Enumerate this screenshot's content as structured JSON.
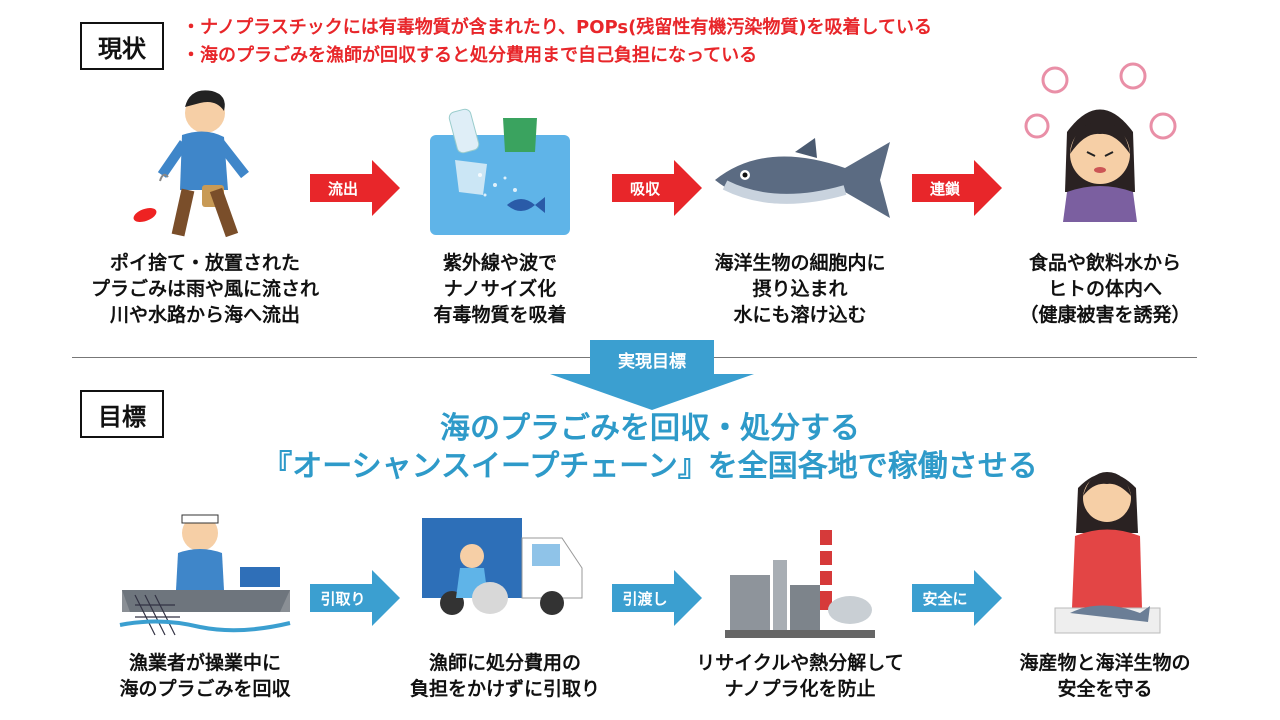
{
  "status_section": {
    "label": "現状",
    "bullets": [
      "・ナノプラスチックには有毒物質が含まれたり、POPs(残留性有機汚染物質)を吸着している",
      "・海のプラごみを漁師が回収すると処分費用まで自己負担になっている"
    ],
    "steps": [
      {
        "icon": "person-littering-icon",
        "caption": "ポイ捨て・放置された\nプラごみは雨や風に流され\n川や水路から海へ流出"
      },
      {
        "icon": "ocean-plastic-icon",
        "caption": "紫外線や波で\nナノサイズ化\n有毒物質を吸着"
      },
      {
        "icon": "tuna-icon",
        "caption": "海洋生物の細胞内に\n摂り込まれ\n水にも溶け込む"
      },
      {
        "icon": "sick-woman-icon",
        "caption": "食品や飲料水から\nヒトの体内へ\n（健康被害を誘発）"
      }
    ],
    "arrows": [
      "流出",
      "吸収",
      "連鎖"
    ],
    "arrow_color": "#e8262a"
  },
  "divider": {
    "label": "実現目標",
    "color": "#3b9fd0"
  },
  "goal_section": {
    "label": "目標",
    "headline_line1": "海のプラごみを回収・処分する",
    "headline_line2": "『オーシャンスイープチェーン』を全国各地で稼働させる",
    "steps": [
      {
        "icon": "fisherman-net-icon",
        "caption": "漁業者が操業中に\n海のプラごみを回収"
      },
      {
        "icon": "garbage-truck-icon",
        "caption": "漁師に処分費用の\n負担をかけずに引取り"
      },
      {
        "icon": "factory-icon",
        "caption": "リサイクルや熱分解して\nナノプラ化を防止"
      },
      {
        "icon": "woman-cooking-fish-icon",
        "caption": "海産物と海洋生物の\n安全を守る"
      }
    ],
    "arrows": [
      "引取り",
      "引渡し",
      "安全に"
    ],
    "arrow_color": "#3b9fd0",
    "headline_color": "#2e9ac9"
  }
}
